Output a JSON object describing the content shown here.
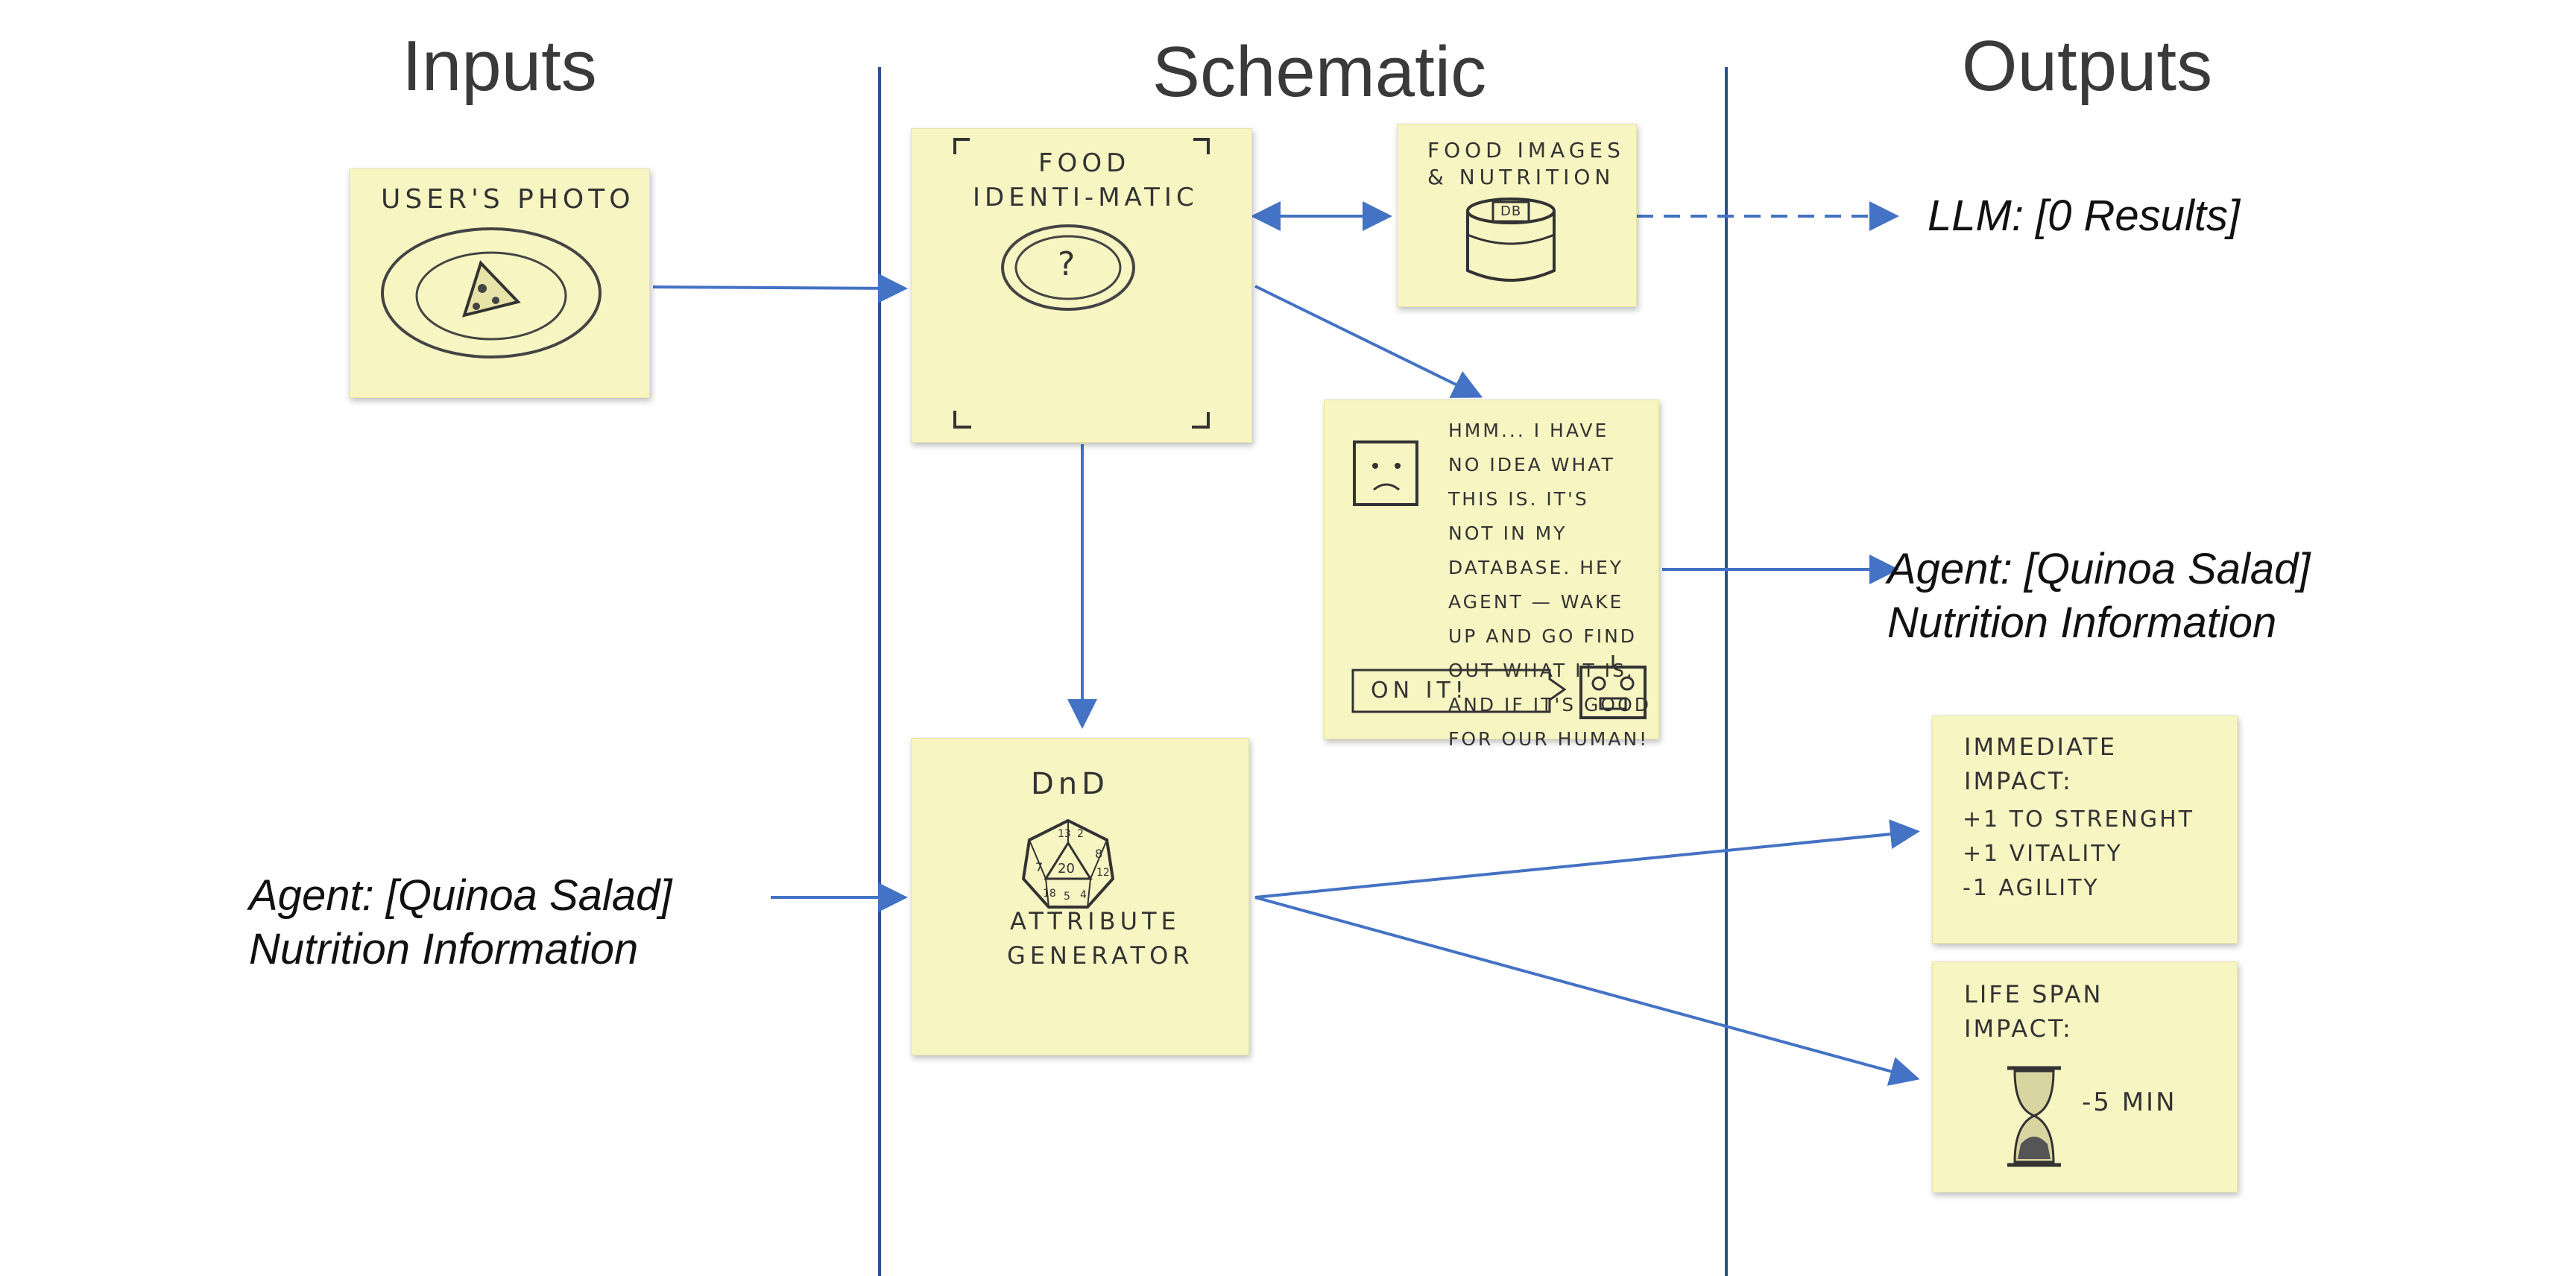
{
  "columns": {
    "inputs": "Inputs",
    "schematic": "Schematic",
    "outputs": "Outputs"
  },
  "notes": {
    "users_photo": {
      "title": "USER'S PHOTO"
    },
    "food_identimatic": {
      "line1": "FOOD",
      "line2": "IDENTI-MATIC",
      "symbol": "?"
    },
    "food_db": {
      "line1": "FOOD IMAGES",
      "line2": "& NUTRITION",
      "db_label": "DB"
    },
    "agent_message": {
      "lines": [
        "HMM... I HAVE",
        "NO IDEA WHAT",
        "THIS IS. IT'S",
        "NOT IN MY",
        "DATABASE. HEY",
        "AGENT — WAKE",
        "UP AND GO FIND",
        "OUT WHAT IT IS.",
        "AND IF IT'S GOOD",
        "FOR OUR HUMAN!"
      ],
      "reply": "ON IT!"
    },
    "dnd_generator": {
      "line1": "DnD",
      "line2": "ATTRIBUTE",
      "line3": "GENERATOR",
      "die_faces": [
        "13",
        "2",
        "8",
        "7",
        "20",
        "12",
        "18",
        "5",
        "4"
      ]
    },
    "immediate_impact": {
      "title_lines": [
        "IMMEDIATE",
        "IMPACT:"
      ],
      "effects": [
        "+1 TO STRENGHT",
        "+1 VITALITY",
        "-1 AGILITY"
      ]
    },
    "lifespan_impact": {
      "title_lines": [
        "LIFE SPAN",
        "IMPACT:"
      ],
      "value": "-5 MIN"
    }
  },
  "labels": {
    "llm_result": "LLM: [0 Results]",
    "agent_output": [
      "Agent: [Quinoa Salad]",
      "Nutrition Information"
    ],
    "agent_input": [
      "Agent: [Quinoa Salad]",
      "Nutrition Information"
    ]
  },
  "colors": {
    "arrow": "#4472c4",
    "divider": "#2f4f8f",
    "sticky_note": "#f7f5c2",
    "title_text": "#3a3a3a"
  }
}
